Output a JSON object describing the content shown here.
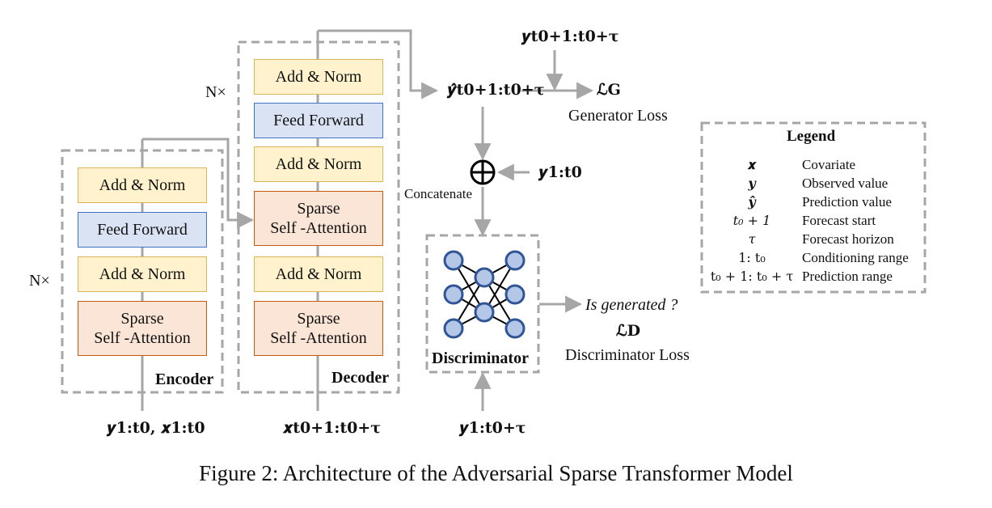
{
  "encoder": {
    "title": "Encoder",
    "repeat": "N×",
    "blocks": [
      "Add & Norm",
      "Feed Forward",
      "Add & Norm",
      "Sparse\nSelf -Attention"
    ],
    "input": "𝒚1:t0, 𝒙1:t0"
  },
  "decoder": {
    "title": "Decoder",
    "repeat": "N×",
    "blocks": [
      "Add & Norm",
      "Feed Forward",
      "Add & Norm",
      "Sparse\nSelf -Attention",
      "Add & Norm",
      "Sparse\nSelf -Attention"
    ],
    "input": "𝒙t0+1:t0+τ"
  },
  "generator": {
    "output": "𝒚̂t0+1:t0+τ",
    "target": "𝒚t0+1:t0+τ",
    "loss_symbol": "ℒG",
    "loss_label": "Generator Loss"
  },
  "concat": {
    "label": "Concatenate",
    "side_input": "𝒚1:t0",
    "symbol": "⊕"
  },
  "discriminator": {
    "title": "Discriminator",
    "input": "𝒚1:t0+τ",
    "question": "Is generated ?",
    "loss_symbol": "ℒD",
    "loss_label": "Discriminator Loss"
  },
  "legend": {
    "title": "Legend",
    "items": [
      {
        "symbol": "𝒙",
        "text": "Covariate"
      },
      {
        "symbol": "𝒚",
        "text": "Observed  value"
      },
      {
        "symbol": "𝒚̂",
        "text": "Prediction value"
      },
      {
        "symbol": "t₀ + 1",
        "text": "Forecast start"
      },
      {
        "symbol": "τ",
        "text": "Forecast horizon"
      },
      {
        "symbol": "1: t₀",
        "text": "Conditioning range"
      },
      {
        "symbol": "t₀ + 1: t₀ + τ",
        "text": "Prediction range"
      }
    ]
  },
  "caption": "Figure 2: Architecture of the Adversarial Sparse Transformer Model",
  "colors": {
    "line": "#a6a6a6",
    "dash": "#a6a6a6",
    "norm_fill": "#fff2cc",
    "ff_fill": "#dae3f3",
    "attn_fill": "#fbe5d6",
    "node_fill": "#b4c7e7",
    "node_stroke": "#2f5597"
  }
}
